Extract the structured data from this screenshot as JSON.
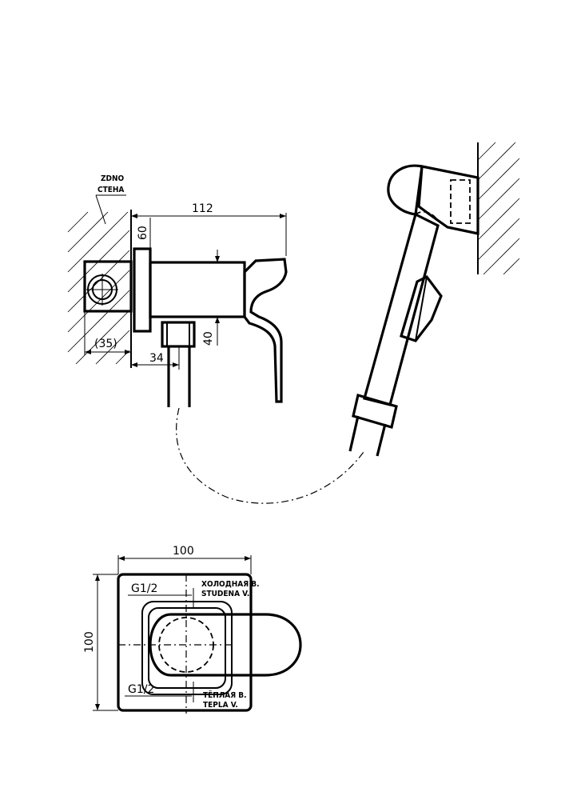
{
  "side_view": {
    "wall_label_line1": "ZDNO",
    "wall_label_line2": "СТЕНА",
    "dim_total_length": "112",
    "dim_height_top": "60",
    "dim_height_bottom": "40",
    "dim_wall_depth": "(35)",
    "dim_outlet_offset": "34"
  },
  "top_view": {
    "dim_width": "100",
    "dim_height": "100",
    "thread_top": "G1/2",
    "thread_bottom": "G1/2",
    "cold_label_line1": "ХОЛОДНАЯ В.",
    "cold_label_line2": "STUDENA V.",
    "hot_label_line1": "ТЁПЛАЯ В.",
    "hot_label_line2": "TEPLA V."
  }
}
